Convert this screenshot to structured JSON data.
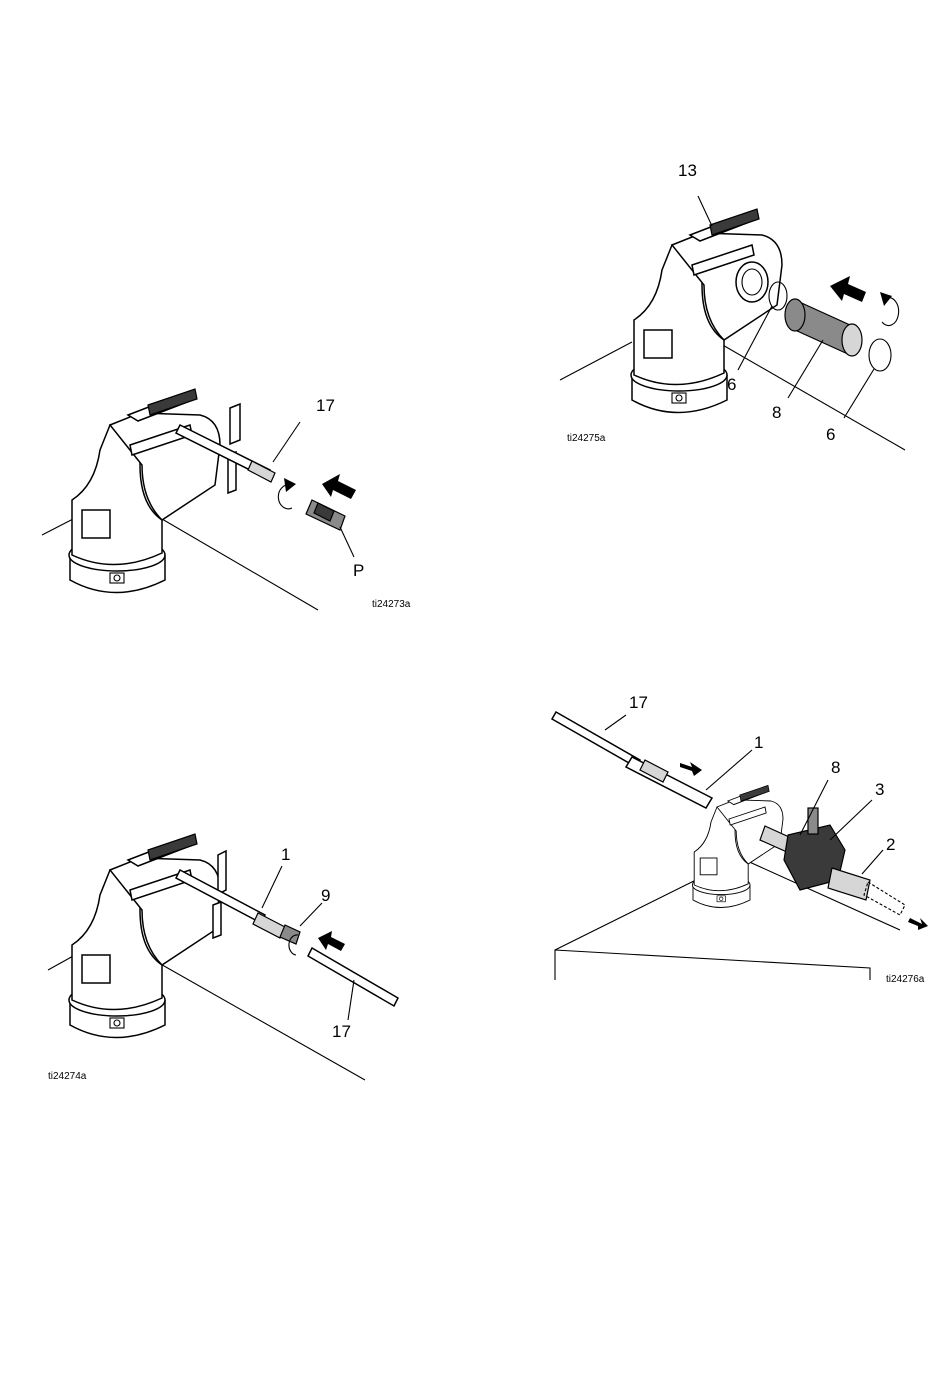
{
  "figures": [
    {
      "id": "fig-1",
      "figure_code": "ti24273a",
      "callouts": [
        {
          "key": "17-rod",
          "text": "17"
        },
        {
          "key": "p-plug",
          "text": "P"
        }
      ]
    },
    {
      "id": "fig-2",
      "figure_code": "ti24275a",
      "callouts": [
        {
          "key": "13-housing",
          "text": "13"
        },
        {
          "key": "6-ring-a",
          "text": "6"
        },
        {
          "key": "8-cylinder",
          "text": "8"
        },
        {
          "key": "6-ring-b",
          "text": "6"
        }
      ]
    },
    {
      "id": "fig-3",
      "figure_code": "ti24274a",
      "callouts": [
        {
          "key": "1-shaft",
          "text": "1"
        },
        {
          "key": "9-nut",
          "text": "9"
        },
        {
          "key": "17-rod",
          "text": "17"
        }
      ]
    },
    {
      "id": "fig-4",
      "figure_code": "ti24276a",
      "callouts": [
        {
          "key": "17-rod",
          "text": "17"
        },
        {
          "key": "1-shaft",
          "text": "1"
        },
        {
          "key": "8-cylinder",
          "text": "8"
        },
        {
          "key": "3-block",
          "text": "3"
        },
        {
          "key": "2-cartridge",
          "text": "2"
        }
      ]
    }
  ]
}
